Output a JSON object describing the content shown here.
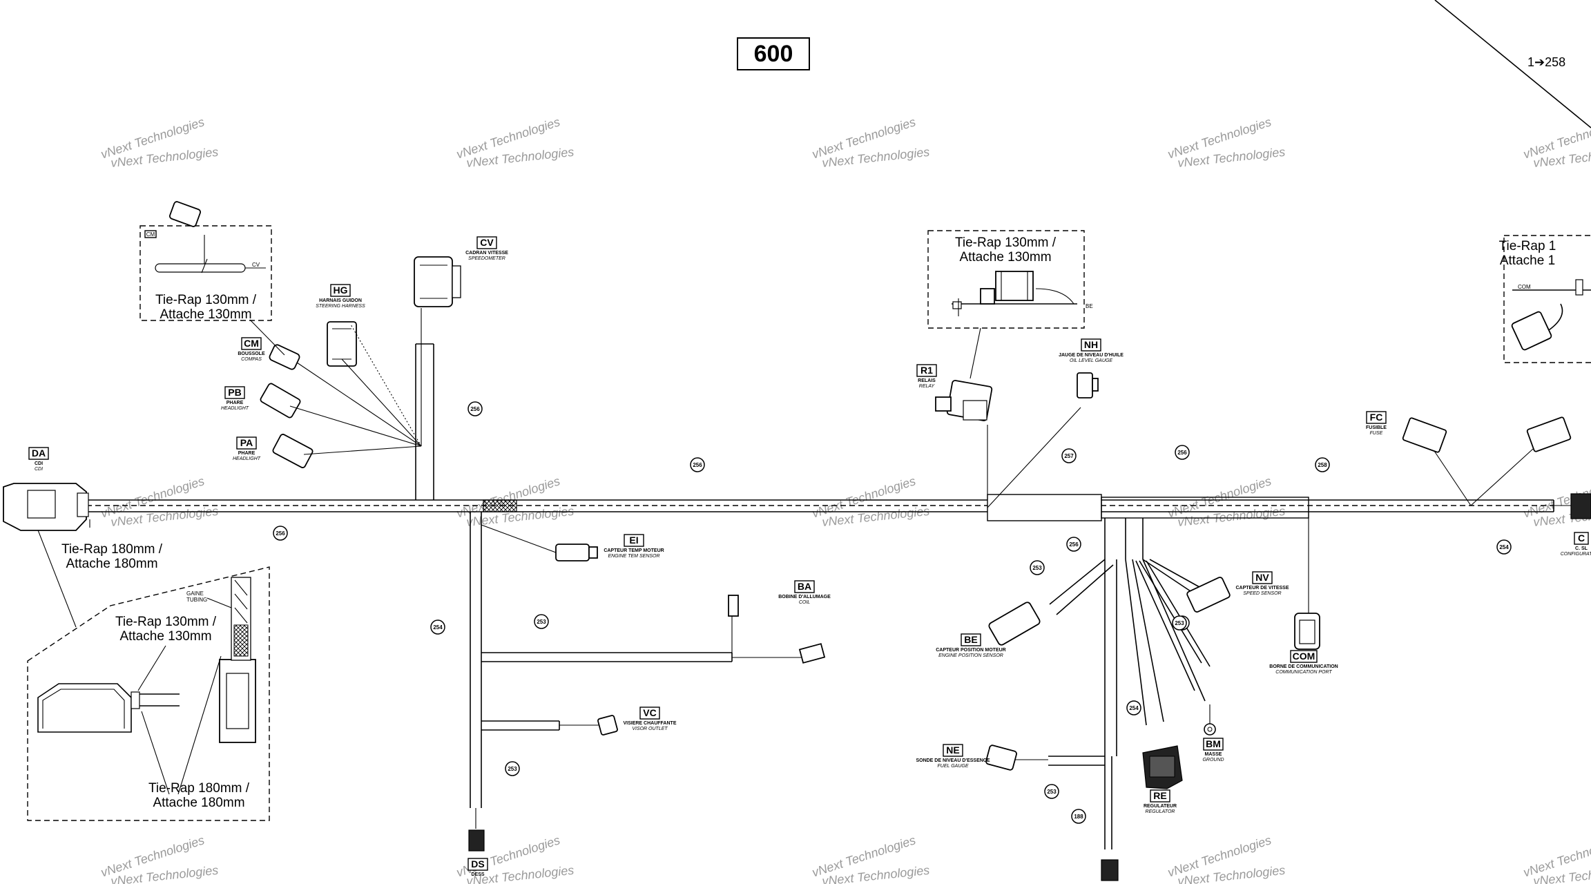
{
  "page_number": "600",
  "reference": "1➔258",
  "watermark": {
    "line1": "vNext Technologies",
    "line2": "vNext Technologies"
  },
  "tie_raps": [
    {
      "id": "t1",
      "line1": "Tie-Rap 130mm /",
      "line2": "Attache 130mm"
    },
    {
      "id": "t2",
      "line1": "Tie-Rap 130mm /",
      "line2": "Attache 130mm"
    },
    {
      "id": "t3",
      "line1": "Tie-Rap 1",
      "line2": "Attache 1"
    },
    {
      "id": "t4",
      "line1": "Tie-Rap 180mm /",
      "line2": "Attache 180mm"
    },
    {
      "id": "t5",
      "line1": "Tie-Rap 130mm /",
      "line2": "Attache 130mm"
    },
    {
      "id": "t6",
      "line1": "Tie-Rap 180mm /",
      "line2": "Attache 180mm"
    }
  ],
  "connectors": [
    {
      "code": "DA",
      "fr": "CDI",
      "en": "CDI"
    },
    {
      "code": "CM",
      "fr": "BOUSSOLE",
      "en": "COMPAS"
    },
    {
      "code": "HG",
      "fr": "HARNAIS GUIDON",
      "en": "STEERING HARNESS"
    },
    {
      "code": "CV",
      "fr": "CADRAN VITESSE",
      "en": "SPEEDOMETER"
    },
    {
      "code": "PB",
      "fr": "PHARE",
      "en": "HEADLIGHT"
    },
    {
      "code": "PA",
      "fr": "PHARE",
      "en": "HEADLIGHT"
    },
    {
      "code": "EI",
      "fr": "CAPTEUR TEMP MOTEUR",
      "en": "ENGINE TEM SENSOR"
    },
    {
      "code": "BA",
      "fr": "BOBINE D'ALLUMAGE",
      "en": "COIL"
    },
    {
      "code": "VC",
      "fr": "VISIERE CHAUFFANTE",
      "en": "VISOR OUTLET"
    },
    {
      "code": "DS",
      "fr": "DESS",
      "en": ""
    },
    {
      "code": "R1",
      "fr": "RELAIS",
      "en": "RELAY"
    },
    {
      "code": "NH",
      "fr": "JAUGE DE NIVEAU D'HUILE",
      "en": "OIL LEVEL GAUGE"
    },
    {
      "code": "BE",
      "fr": "CAPTEUR POSITION MOTEUR",
      "en": "ENGINE POSITION SENSOR"
    },
    {
      "code": "NV",
      "fr": "CAPTEUR DE VITESSE",
      "en": "SPEED SENSOR"
    },
    {
      "code": "COM",
      "fr": "BORNE DE COMMUNICATION",
      "en": "COMMUNICATION PORT"
    },
    {
      "code": "FC",
      "fr": "FUSIBLE",
      "en": "FUSE"
    },
    {
      "code": "NE",
      "fr": "SONDE DE NIVEAU D'ESSENCE",
      "en": "FUEL GAUGE"
    },
    {
      "code": "BM",
      "fr": "MASSE",
      "en": "GROUND"
    },
    {
      "code": "RE",
      "fr": "REGULATEUR",
      "en": "REGULATOR"
    },
    {
      "code": "C",
      "fr": "C. SL",
      "en": "CONFIGURATEUR"
    }
  ],
  "wire_labels": [
    "256",
    "256",
    "256",
    "257",
    "256",
    "258",
    "254",
    "253",
    "254",
    "253",
    "256",
    "253",
    "253",
    "254",
    "253",
    "188",
    "253"
  ],
  "detail_labels": {
    "cm": "CM",
    "cv": "CV",
    "be": "BE",
    "com": "COM",
    "gaine": "GAINE",
    "tubing": "TUBING"
  }
}
